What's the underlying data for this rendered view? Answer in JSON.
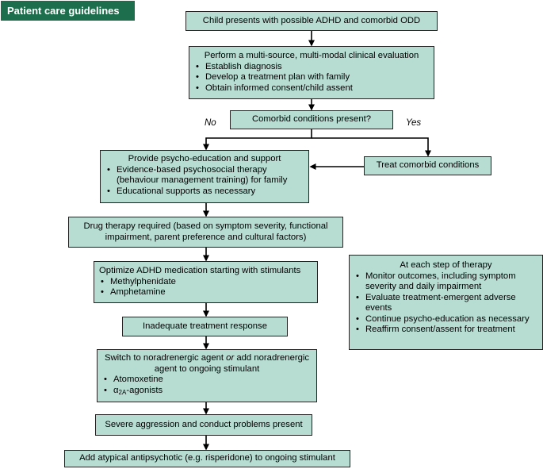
{
  "header": {
    "title": "Patient care guidelines"
  },
  "start": {
    "text": "Child presents with possible ADHD and comorbid ODD"
  },
  "evaluation": {
    "title": "Perform a multi-source, multi-modal clinical evaluation",
    "items": [
      "Establish diagnosis",
      "Develop a treatment plan with family",
      "Obtain informed consent/child assent"
    ]
  },
  "comorbid_question": {
    "text": "Comorbid conditions present?"
  },
  "branch_labels": {
    "no": "No",
    "yes": "Yes"
  },
  "treat_comorbid": {
    "text": "Treat comorbid conditions"
  },
  "psychoeducation": {
    "title": "Provide psycho-education and support",
    "items": [
      "Evidence-based psychosocial therapy (behaviour management training) for family",
      "Educational supports as necessary"
    ]
  },
  "drug_therapy": {
    "text": "Drug therapy required (based on symptom severity, functional impairment, parent preference and cultural factors)"
  },
  "optimize": {
    "title": "Optimize ADHD medication starting with stimulants",
    "items": [
      "Methylphenidate",
      "Amphetamine"
    ]
  },
  "inadequate": {
    "text": "Inadequate  treatment response"
  },
  "switch": {
    "title_part1": "Switch to noradrenergic agent ",
    "title_or": "or",
    "title_part2": " add noradrenergic agent to ongoing stimulant",
    "item1": "Atomoxetine",
    "item2_prefix": "α",
    "item2_sub": "2A",
    "item2_suffix": "-agonists"
  },
  "severe": {
    "text": "Severe aggression and conduct problems present"
  },
  "antipsychotic": {
    "text": "Add atypical antipsychotic (e.g. risperidone) to ongoing stimulant"
  },
  "each_step": {
    "title": "At each step of  therapy",
    "items": [
      "Monitor outcomes, including symptom severity and daily impairment",
      "Evaluate treatment-emergent adverse events",
      "Continue psycho-education as necessary",
      "Reaffirm consent/assent for treatment"
    ]
  },
  "colors": {
    "box_fill": "#b7ddd3",
    "header_fill": "#1d6e4c",
    "line": "#000000"
  }
}
